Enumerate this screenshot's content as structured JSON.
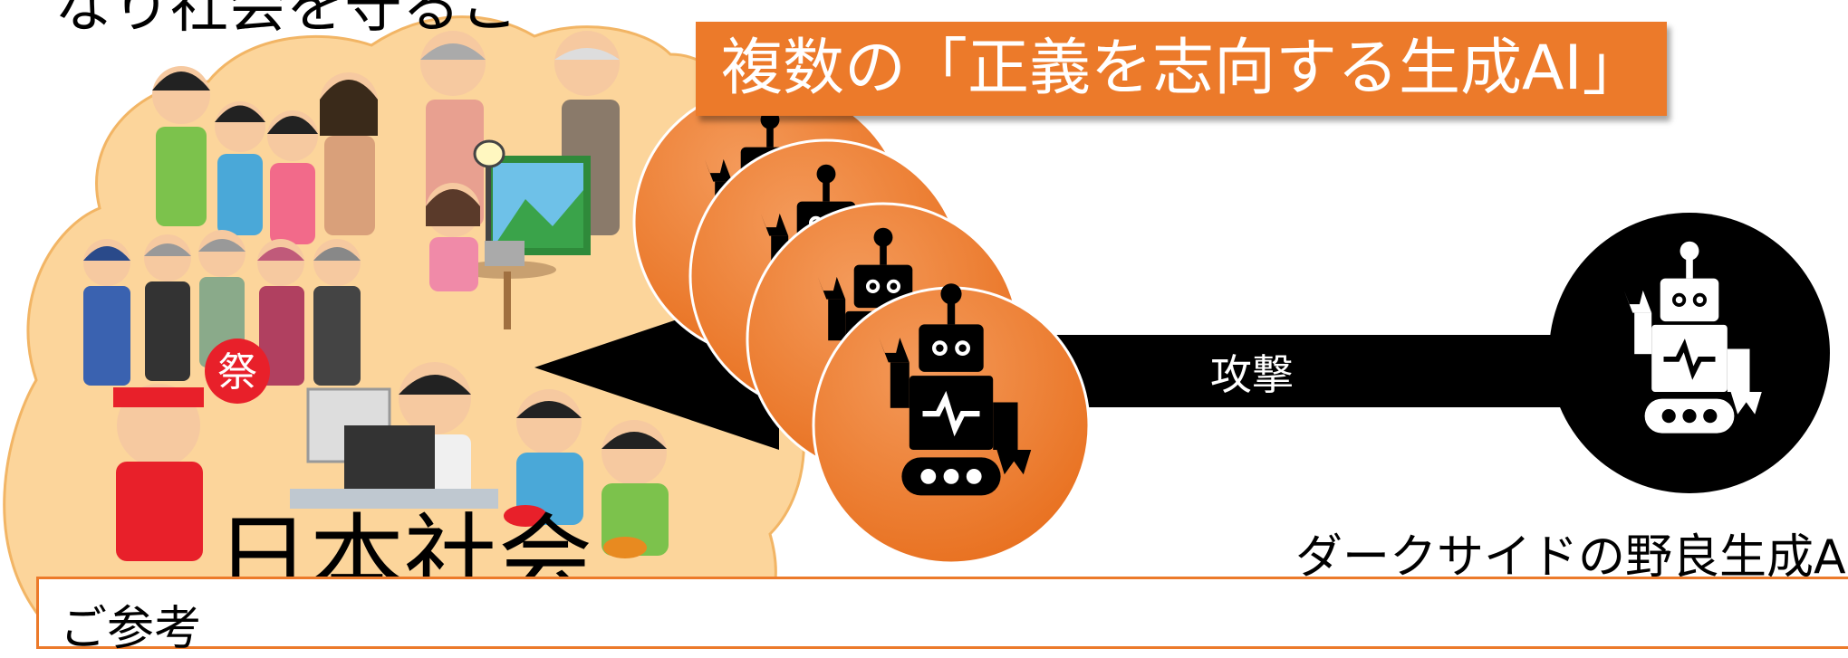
{
  "top_title": "なり社会を守るこ",
  "title_box": "複数の「正義を志向する生成AI」",
  "attack_label": "攻撃",
  "society_label": "日本社会",
  "dark_label": "ダークサイドの野良生成AI",
  "note_label": "ご参考",
  "festival_fan": "祭",
  "colors": {
    "accent_orange": "#ec7a2a",
    "cloud_fill": "#fcd59b",
    "dark": "#000000"
  }
}
